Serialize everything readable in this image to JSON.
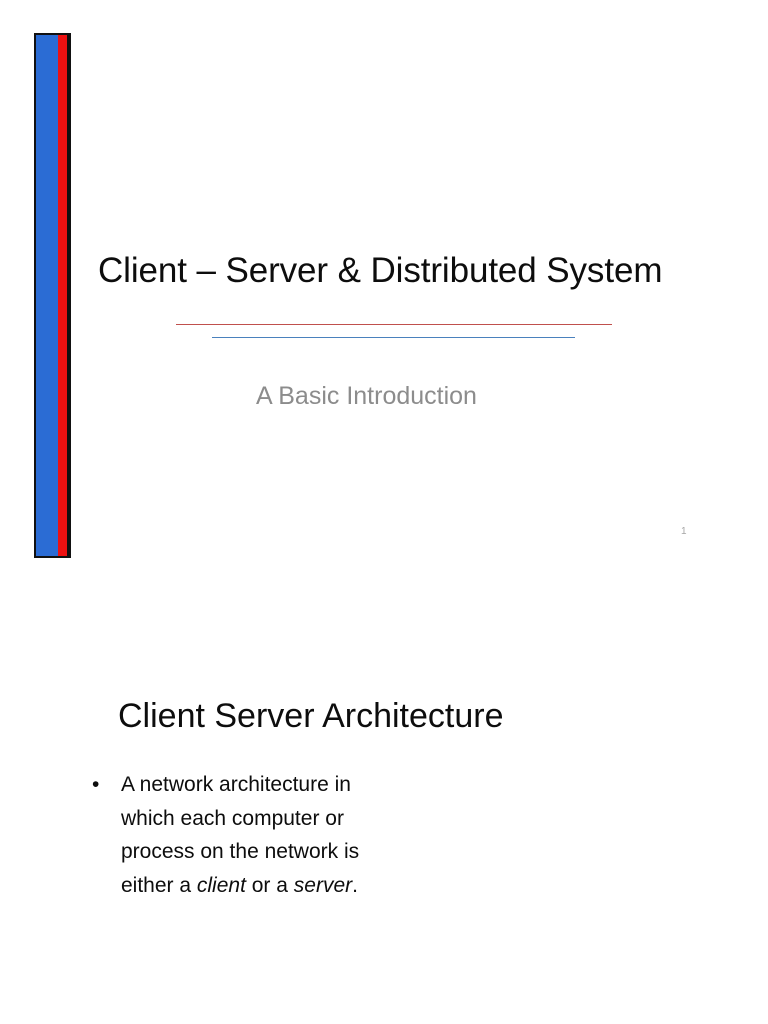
{
  "document": {
    "type": "presentation-slides",
    "colors": {
      "accent_blue": "#2B6CD4",
      "accent_red": "#EE1111",
      "rule_red": "#C0504D",
      "rule_blue": "#4A81BD",
      "subtitle_gray": "#8C8C8C",
      "page_number_gray": "#A6A6A6",
      "body_text": "#0D0D0D",
      "background": "#FFFFFF"
    }
  },
  "slide1": {
    "title": "Client – Server & Distributed System",
    "subtitle": "A Basic Introduction",
    "page_number": "1",
    "decoration": {
      "bar_name": "vertical-accent-bar",
      "blue": "#2B6CD4",
      "red": "#EE1111",
      "outline": "#111111"
    },
    "rules": {
      "red_rule": "",
      "blue_rule": ""
    }
  },
  "slide2": {
    "title": "Client Server Architecture",
    "bullets": [
      {
        "marker": "•",
        "segments": [
          {
            "text": "A network architecture in which each computer or process on the network is either a ",
            "style": "normal"
          },
          {
            "text": "client",
            "style": "italic"
          },
          {
            "text": " or a ",
            "style": "normal"
          },
          {
            "text": "server",
            "style": "italic"
          },
          {
            "text": ".",
            "style": "normal"
          }
        ]
      }
    ]
  }
}
